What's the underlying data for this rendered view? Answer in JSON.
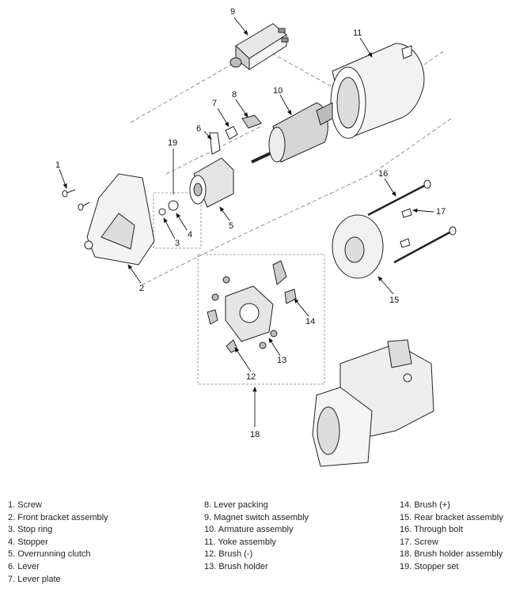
{
  "callouts": {
    "c1": "1",
    "c2": "2",
    "c3": "3",
    "c4": "4",
    "c5": "5",
    "c6": "6",
    "c7": "7",
    "c8": "8",
    "c9": "9",
    "c10": "10",
    "c11": "11",
    "c12": "12",
    "c13": "13",
    "c14": "14",
    "c15": "15",
    "c16": "16",
    "c17": "17",
    "c18": "18",
    "c19": "19"
  },
  "legend": {
    "col1": [
      "1. Screw",
      "2. Front bracket assembly",
      "3. Stop ring",
      "4. Stopper",
      "5. Overrunning clutch",
      "6. Lever",
      "7. Lever plate"
    ],
    "col2": [
      "8. Lever packing",
      "9. Magnet switch assembly",
      "10. Armature assembly",
      "11. Yoke assembly",
      "12. Brush (-)",
      "13. Brush holder"
    ],
    "col3": [
      "14. Brush (+)",
      "15. Rear bracket assembly",
      "16. Through bolt",
      "17. Screw",
      "18. Brush holder assembly",
      "19. Stopper set"
    ]
  }
}
